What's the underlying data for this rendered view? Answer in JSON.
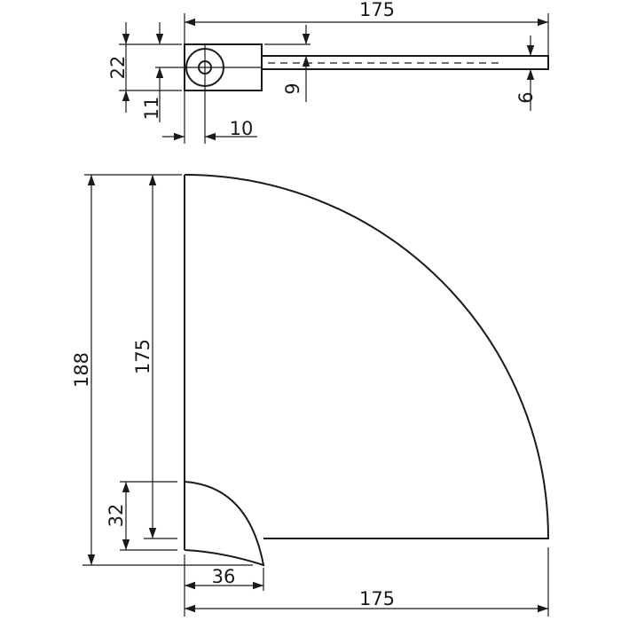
{
  "top_view": {
    "width_overall": "175",
    "block_height": "22",
    "hole_offset_vertical": "11",
    "rod_offset": "9",
    "rod_thickness": "6",
    "hole_offset_horizontal": "10"
  },
  "front_view": {
    "overall_height": "188",
    "radius_height": "175",
    "lip_height": "32",
    "lip_width": "36",
    "overall_width": "175"
  },
  "colors": {
    "line": "#1a1a1a",
    "background": "#ffffff"
  }
}
